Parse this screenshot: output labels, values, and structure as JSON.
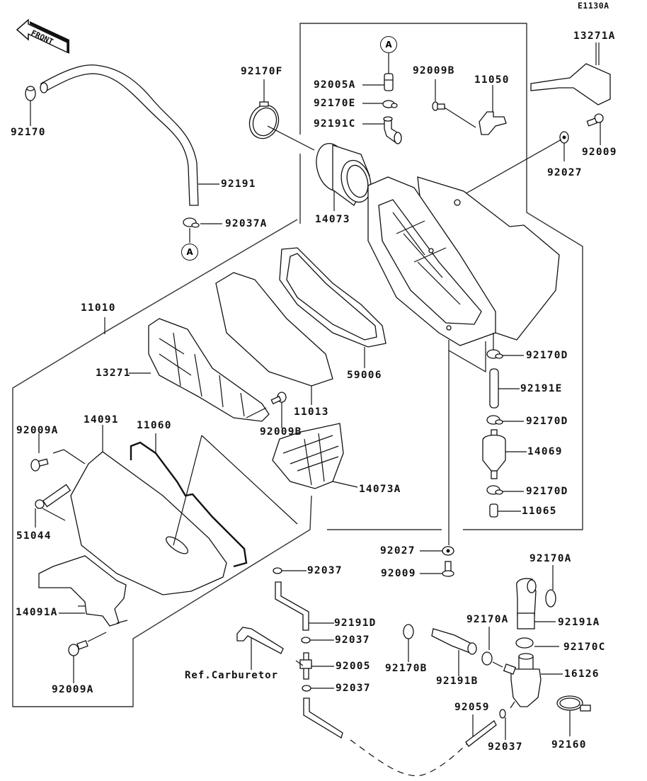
{
  "diagram": {
    "code": "E1130A",
    "front_label": "FRONT",
    "reference_marker": "A",
    "ref_note": "Ref.Carburetor",
    "colors": {
      "line": "#111111",
      "background": "#ffffff"
    }
  },
  "labels": {
    "p92170": "92170",
    "p92191": "92191",
    "p92037A": "92037A",
    "p92170F": "92170F",
    "p92005A": "92005A",
    "p92170E": "92170E",
    "p92191C": "92191C",
    "p14073": "14073",
    "p92009B_top": "92009B",
    "p11050": "11050",
    "p13271A": "13271A",
    "p92009_top": "92009",
    "p92027_top": "92027",
    "p11010": "11010",
    "p13271": "13271",
    "p11013": "11013",
    "p59006": "59006",
    "p92009B_mid": "92009B",
    "p92170D_1": "92170D",
    "p92191E": "92191E",
    "p92170D_2": "92170D",
    "p14069": "14069",
    "p92170D_3": "92170D",
    "p11065": "11065",
    "p92009A_top": "92009A",
    "p14091": "14091",
    "p11060": "11060",
    "p14073A": "14073A",
    "p51044": "51044",
    "p92027_bot": "92027",
    "p92009_bot": "92009",
    "p92037_1": "92037",
    "p92191D": "92191D",
    "p92037_2": "92037",
    "p92005": "92005",
    "p92037_3": "92037",
    "p14091A": "14091A",
    "p92009A_bot": "92009A",
    "p92170A_top": "92170A",
    "p92191A": "92191A",
    "p92170A_mid": "92170A",
    "p92170C": "92170C",
    "p16126": "16126",
    "p92170B": "92170B",
    "p92191B": "92191B",
    "p92059": "92059",
    "p92037_4": "92037",
    "p92160": "92160"
  }
}
